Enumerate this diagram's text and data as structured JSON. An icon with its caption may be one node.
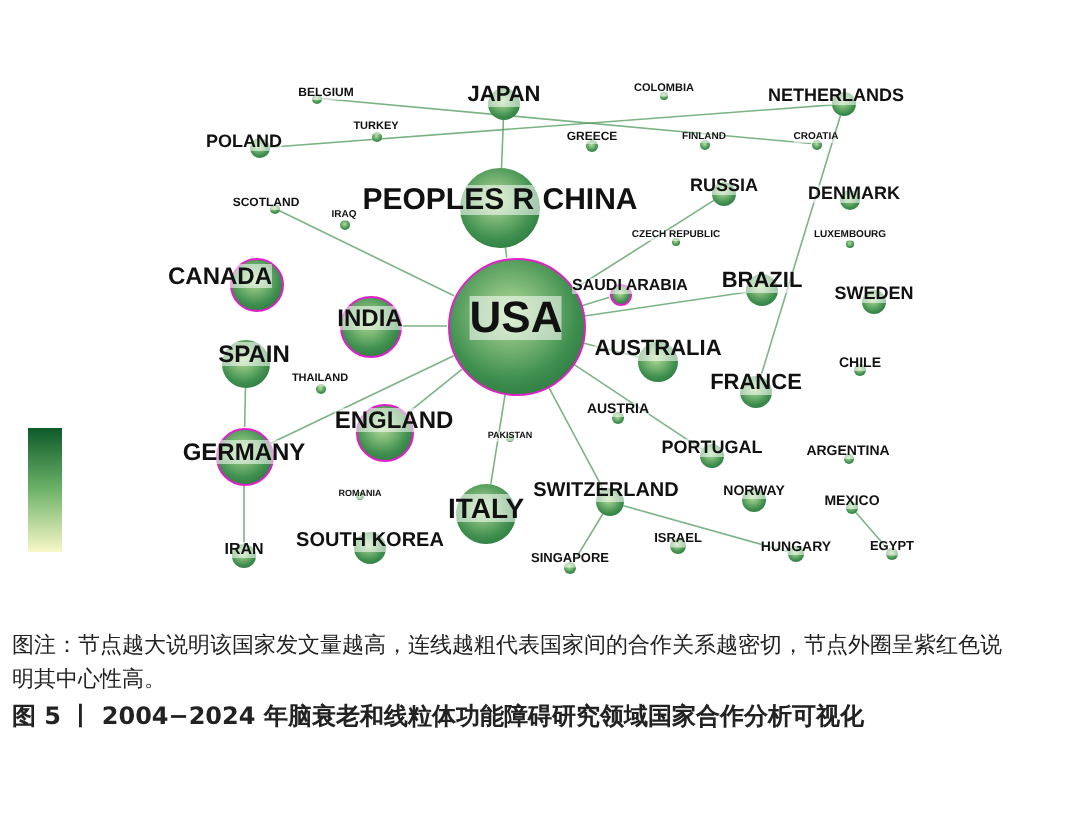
{
  "diagram": {
    "caption": "图 5 丨 2004−2024 年脑衰老和线粒体功能障碍研究领域国家合作分析可视化",
    "nodes": [
      {
        "text": [
          "USA"
        ]
      },
      {
        "text": [
          "PEOPLES R CHINA"
        ]
      },
      {
        "text": [
          "JAPAN"
        ]
      },
      {
        "text": [
          "BELGIUM"
        ]
      },
      {
        "text": [
          "TURKEY"
        ]
      },
      {
        "text": [
          "POLAND"
        ]
      },
      {
        "text": [
          "SCOTLAND"
        ]
      },
      {
        "text": [
          "IRAQ"
        ]
      },
      {
        "text": [
          "CANADA"
        ]
      },
      {
        "text": [
          "INDIA"
        ]
      },
      {
        "text": [
          "SPAIN"
        ]
      },
      {
        "text": [
          "THAILAND"
        ]
      },
      {
        "text": [
          "GERMANY"
        ]
      },
      {
        "text": [
          "ENGLAND"
        ]
      },
      {
        "text": [
          "PAKISTAN"
        ]
      },
      {
        "text": [
          "ROMANIA"
        ]
      },
      {
        "text": [
          "IRAN"
        ]
      },
      {
        "text": [
          "SOUTH KOREA"
        ]
      },
      {
        "text": [
          "ITALY"
        ]
      },
      {
        "text": [
          "SINGAPORE"
        ]
      },
      {
        "text": [
          "SWITZERLAND"
        ]
      },
      {
        "text": [
          "AUSTRIA"
        ]
      },
      {
        "text": [
          "AUSTRALIA"
        ]
      },
      {
        "text": [
          "SAUDI ARABIA"
        ]
      },
      {
        "text": [
          "CZECH REPUBLIC"
        ]
      },
      {
        "text": [
          "GREECE"
        ]
      },
      {
        "text": [
          "COLOMBIA"
        ]
      },
      {
        "text": [
          "FINLAND"
        ]
      },
      {
        "text": [
          "RUSSIA"
        ]
      },
      {
        "text": [
          "BRAZIL"
        ]
      },
      {
        "text": [
          "NETHERLANDS"
        ]
      },
      {
        "text": [
          "CROATIA"
        ]
      },
      {
        "text": [
          "DENMARK"
        ]
      },
      {
        "text": [
          "LUXEMBOURG"
        ]
      },
      {
        "text": [
          "SWEDEN"
        ]
      },
      {
        "text": [
          "FRANCE"
        ]
      },
      {
        "text": [
          "CHILE"
        ]
      },
      {
        "text": [
          "PORTUGAL"
        ]
      },
      {
        "text": [
          "ARGENTINA"
        ]
      },
      {
        "text": [
          "NORWAY"
        ]
      },
      {
        "text": [
          "MEXICO"
        ]
      },
      {
        "text": [
          "ISRAEL"
        ]
      },
      {
        "text": [
          "HUNGARY"
        ]
      },
      {
        "text": [
          "EGYPT"
        ]
      }
    ],
    "edges": [
      {
        "from": 0,
        "to": 1,
        "arrow": "none"
      },
      {
        "from": 0,
        "to": 6,
        "arrow": "none"
      },
      {
        "from": 0,
        "to": 9,
        "arrow": "none"
      },
      {
        "from": 0,
        "to": 12,
        "arrow": "none"
      },
      {
        "from": 0,
        "to": 13,
        "arrow": "none"
      },
      {
        "from": 0,
        "to": 18,
        "arrow": "none"
      },
      {
        "from": 0,
        "to": 20,
        "arrow": "none"
      },
      {
        "from": 0,
        "to": 22,
        "arrow": "none"
      },
      {
        "from": 0,
        "to": 23,
        "arrow": "none"
      },
      {
        "from": 0,
        "to": 28,
        "arrow": "none"
      },
      {
        "from": 0,
        "to": 29,
        "arrow": "none"
      },
      {
        "from": 0,
        "to": 37,
        "arrow": "none"
      },
      {
        "from": 1,
        "to": 2,
        "arrow": "none"
      },
      {
        "from": 3,
        "to": 31,
        "arrow": "none"
      },
      {
        "from": 5,
        "to": 30,
        "arrow": "none"
      },
      {
        "from": 12,
        "to": 10,
        "arrow": "none"
      },
      {
        "from": 12,
        "to": 16,
        "arrow": "none"
      },
      {
        "from": 20,
        "to": 42,
        "arrow": "none"
      },
      {
        "from": 35,
        "to": 30,
        "arrow": "none"
      },
      {
        "from": 19,
        "to": 20,
        "arrow": "none"
      },
      {
        "from": 40,
        "to": 43,
        "arrow": "none"
      }
    ],
    "labels": [
      "图注：节点越大说明该国家发文量越高，连线越粗代表国家间的合作关系越密切，节点外圈呈紫红色说明其中心性高。"
    ]
  }
}
